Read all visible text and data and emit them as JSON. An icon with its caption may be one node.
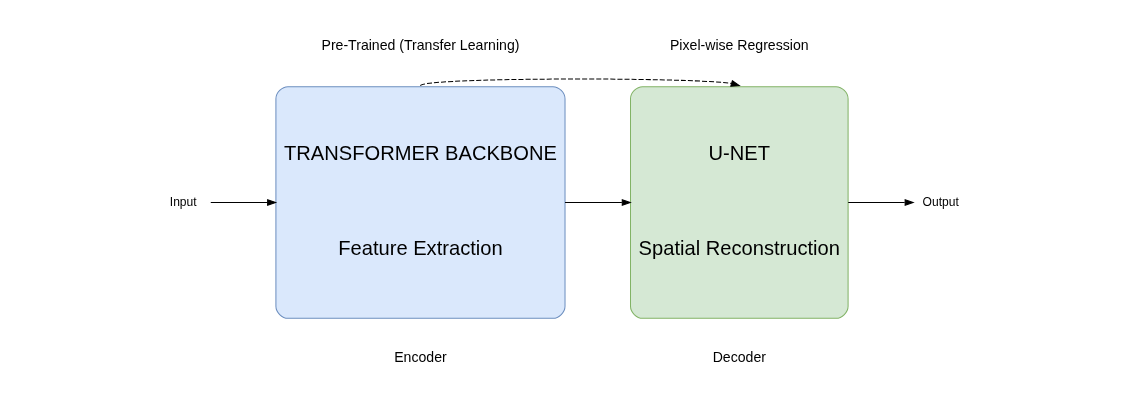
{
  "diagram": {
    "nodes": [
      {
        "text": [
          "TRANSFORMER BACKBONE",
          "Feature Extraction"
        ],
        "beside": [
          "Encoder",
          "Pre-Trained (Transfer Learning)"
        ]
      },
      {
        "text": [
          "U-NET",
          "Spatial Reconstruction"
        ],
        "beside": [
          "Decoder",
          "Pixel-wise Regression"
        ]
      },
      {
        "text": [
          "Input"
        ]
      },
      {
        "text": [
          "Output"
        ]
      }
    ],
    "edges": [
      {
        "from": 2,
        "to": 0,
        "arrow": "to"
      },
      {
        "from": 0,
        "to": 1,
        "arrow": "to"
      },
      {
        "from": 0,
        "to": 1,
        "arrow": "to",
        "style": "dashed"
      },
      {
        "from": 1,
        "to": 3,
        "arrow": "to"
      }
    ]
  }
}
